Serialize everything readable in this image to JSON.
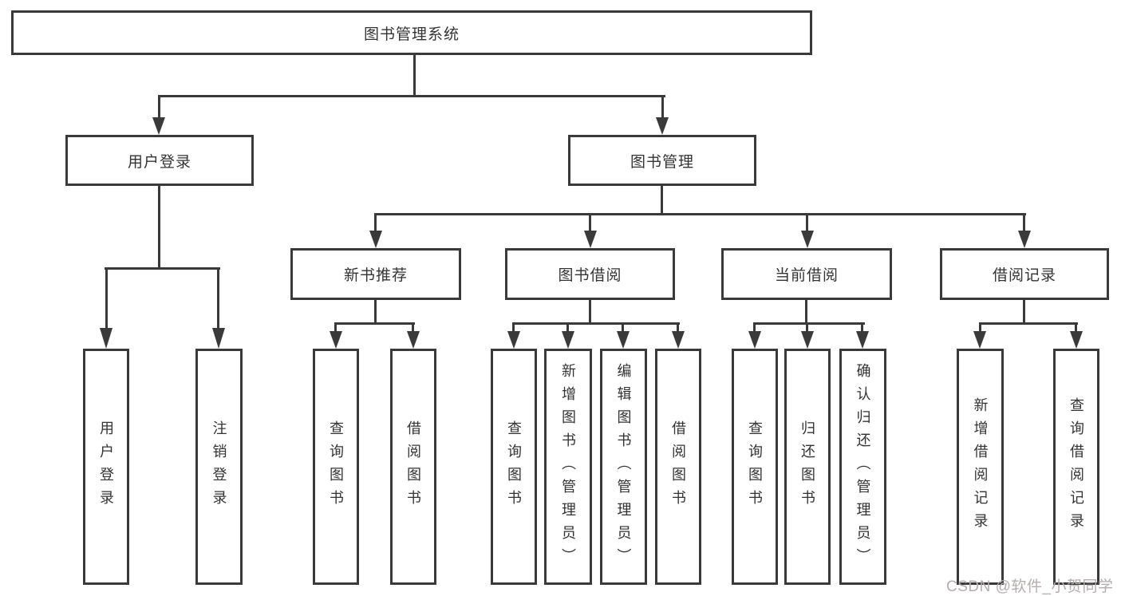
{
  "colors": {
    "line": "#3a3a3a",
    "text": "#333333",
    "box_fill": "#ffffff",
    "watermark": "#b5adad",
    "background": "#ffffff"
  },
  "root": {
    "label": "图书管理系统"
  },
  "level1": [
    {
      "label": "用户登录"
    },
    {
      "label": "图书管理"
    }
  ],
  "level2": [
    {
      "label": "新书推荐"
    },
    {
      "label": "图书借阅"
    },
    {
      "label": "当前借阅"
    },
    {
      "label": "借阅记录"
    }
  ],
  "leaves": {
    "user": [
      "用户登录",
      "注销登录"
    ],
    "newbook": [
      "查询图书",
      "借阅图书"
    ],
    "borrow": [
      "查询图书",
      "新增图书（管理员）",
      "编辑图书（管理员）",
      "借阅图书"
    ],
    "current": [
      "查询图书",
      "归还图书",
      "确认归还（管理员）"
    ],
    "records": [
      "新增借阅记录",
      "查询借阅记录"
    ]
  },
  "watermark": "CSDN @软件_小贺同学"
}
